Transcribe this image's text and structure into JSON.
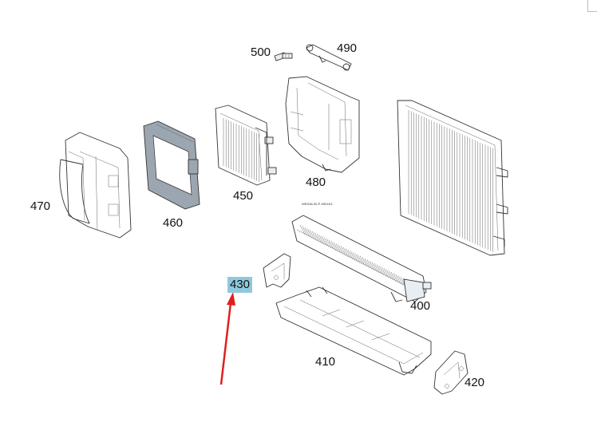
{
  "diagram": {
    "callouts": [
      {
        "id": "500",
        "label": "500"
      },
      {
        "id": "490",
        "label": "490"
      },
      {
        "id": "480",
        "label": "480"
      },
      {
        "id": "470",
        "label": "470"
      },
      {
        "id": "460",
        "label": "460"
      },
      {
        "id": "450",
        "label": "450"
      },
      {
        "id": "430",
        "label": "430",
        "highlight": true
      },
      {
        "id": "400",
        "label": "400"
      },
      {
        "id": "410",
        "label": "410"
      },
      {
        "id": "420",
        "label": "420"
      }
    ],
    "small_label": "WED46.30-P-9901EZ",
    "colors": {
      "highlight": "#8ec9dc",
      "arrow": "#e0201c",
      "line": "#333333"
    }
  }
}
